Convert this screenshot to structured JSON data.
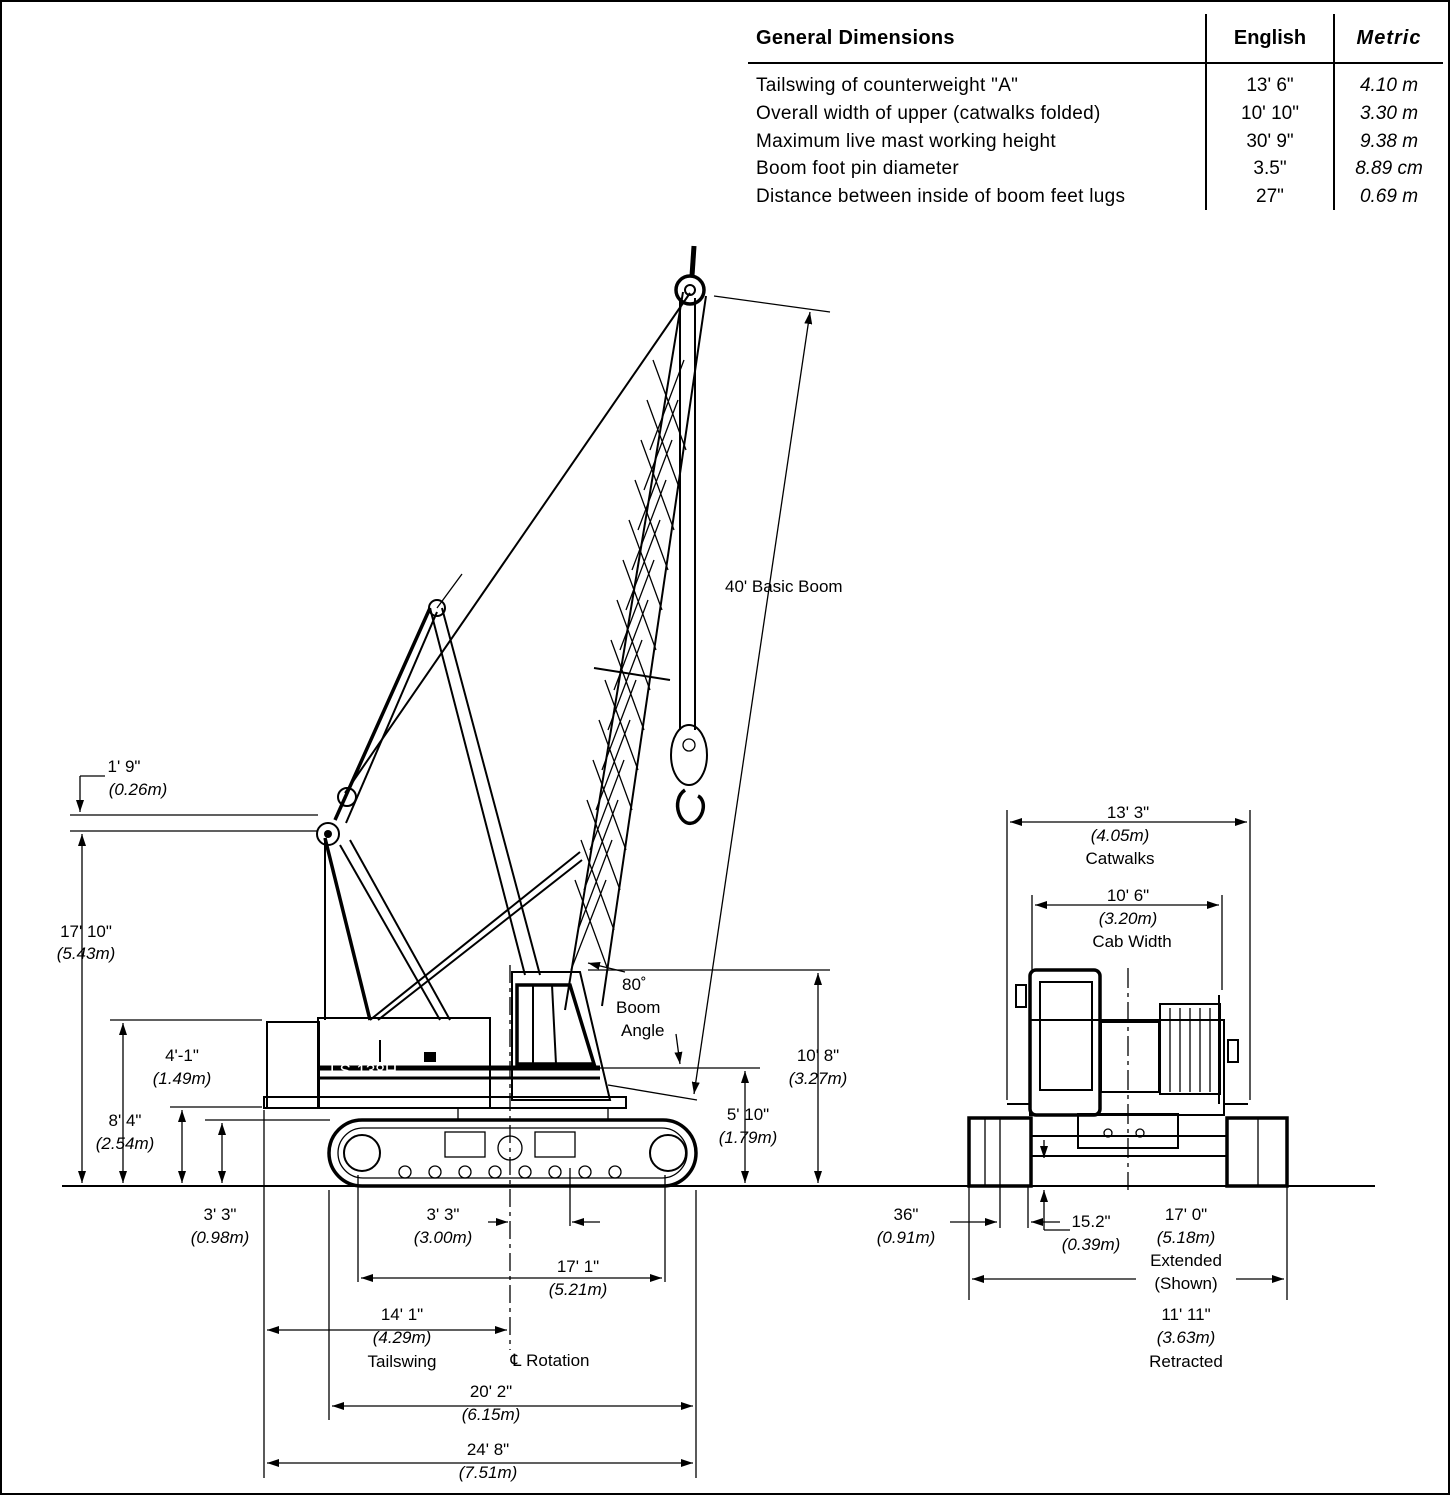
{
  "table": {
    "header": {
      "name": "General Dimensions",
      "english": "English",
      "metric": "Metric"
    },
    "rows": [
      {
        "name": "Tailswing of counterweight \"A\"",
        "english": "13' 6\"",
        "metric": "4.10 m"
      },
      {
        "name": "Overall width of upper (catwalks folded)",
        "english": "10' 10\"",
        "metric": "3.30 m"
      },
      {
        "name": "Maximum live mast working height",
        "english": "30' 9\"",
        "metric": "9.38 m"
      },
      {
        "name": "Boom foot pin diameter",
        "english": "3.5\"",
        "metric": "8.89 cm"
      },
      {
        "name": "Distance between inside of boom feet lugs",
        "english": "27\"",
        "metric": "0.69 m"
      }
    ]
  },
  "side_view": {
    "boom_length": "40' Basic Boom",
    "boom_angle": {
      "value": "80˚",
      "label1": "Boom",
      "label2": "Angle"
    },
    "mast_top": {
      "english": "1' 9\"",
      "metric": "(0.26m)"
    },
    "mast_height": {
      "english": "17' 10\"",
      "metric": "(5.43m)"
    },
    "counterweight_height": {
      "english": "4'-1\"",
      "metric": "(1.49m)"
    },
    "upper_height": {
      "english": "8' 4\"",
      "metric": "(2.54m)"
    },
    "ground_clearance": {
      "english": "3' 3\"",
      "metric": "(0.98m)"
    },
    "boom_foot_height": {
      "english": "5' 10\"",
      "metric": "(1.79m)"
    },
    "cab_height": {
      "english": "10' 8\"",
      "metric": "(3.27m)"
    },
    "rotation_offset": {
      "english": "3' 3\"",
      "metric": "(3.00m)"
    },
    "tumbler_distance": {
      "english": "17' 1\"",
      "metric": "(5.21m)"
    },
    "tailswing": {
      "english": "14' 1\"",
      "metric": "(4.29m)",
      "label": "Tailswing"
    },
    "rotation_label": "℄ Rotation",
    "track_length": {
      "english": "20' 2\"",
      "metric": "(6.15m)"
    },
    "overall_length": {
      "english": "24' 8\"",
      "metric": "(7.51m)"
    },
    "model_plate": "LS-138H"
  },
  "front_view": {
    "catwalks": {
      "english": "13' 3\"",
      "metric": "(4.05m)",
      "label": "Catwalks"
    },
    "cab_width": {
      "english": "10' 6\"",
      "metric": "(3.20m)",
      "label": "Cab Width"
    },
    "track_shoe": {
      "english": "36\"",
      "metric": "(0.91m)"
    },
    "carbody_clearance": {
      "english": "15.2\"",
      "metric": "(0.39m)"
    },
    "gauge_extended": {
      "english": "17' 0\"",
      "metric": "(5.18m)",
      "label1": "Extended",
      "label2": "(Shown)"
    },
    "gauge_retracted": {
      "english": "11' 11\"",
      "metric": "(3.63m)",
      "label": "Retracted"
    }
  }
}
